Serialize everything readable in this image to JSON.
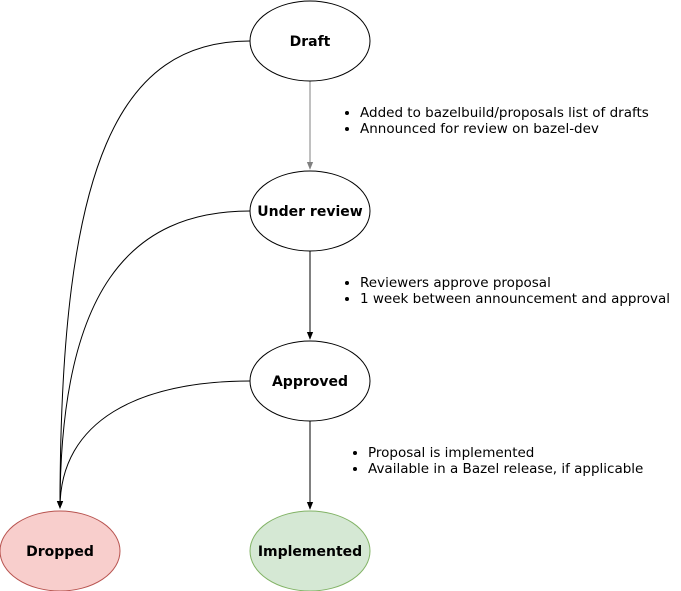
{
  "colors": {
    "stroke": "#000000",
    "draft_arrow": "#808080",
    "dropped_fill": "#f8cecc",
    "dropped_stroke": "#b85450",
    "implemented_fill": "#d5e8d4",
    "implemented_stroke": "#82b366",
    "default_fill": "#ffffff"
  },
  "nodes": {
    "draft": "Draft",
    "under_review": "Under review",
    "approved": "Approved",
    "dropped": "Dropped",
    "implemented": "Implemented"
  },
  "notes": {
    "draft_to_review": [
      "Added to bazelbuild/proposals list of drafts",
      "Announced for review on bazel-dev"
    ],
    "review_to_approved": [
      "Reviewers approve proposal",
      "1 week between announcement and approval"
    ],
    "approved_to_implemented": [
      "Proposal is implemented",
      "Available in a Bazel release, if applicable"
    ]
  }
}
